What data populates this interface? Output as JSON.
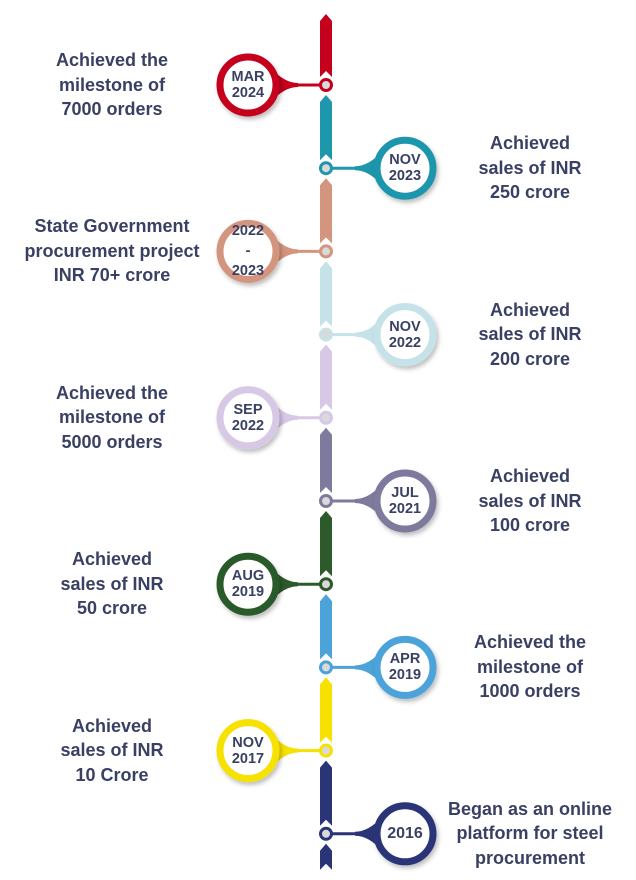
{
  "title": "Company milestones timeline",
  "milestones": [
    {
      "date": [
        "MAR",
        "2024"
      ],
      "text": [
        "Achieved the",
        "milestone of",
        "7000 orders"
      ],
      "side": "left",
      "color": "#c5001d"
    },
    {
      "date": [
        "NOV",
        "2023"
      ],
      "text": [
        "Achieved",
        "sales of INR",
        "250 crore"
      ],
      "side": "right",
      "color": "#1e96ac"
    },
    {
      "date": [
        "2022",
        "-",
        "2023"
      ],
      "text": [
        "State Government",
        "procurement project",
        "INR 70+ crore"
      ],
      "side": "left",
      "color": "#d4957f"
    },
    {
      "date": [
        "NOV",
        "2022"
      ],
      "text": [
        "Achieved",
        "sales of INR",
        "200 crore"
      ],
      "side": "right",
      "color": "#c5e2e9"
    },
    {
      "date": [
        "SEP",
        "2022"
      ],
      "text": [
        "Achieved the",
        "milestone of",
        "5000 orders"
      ],
      "side": "left",
      "color": "#d7c9e6"
    },
    {
      "date": [
        "JUL",
        "2021"
      ],
      "text": [
        "Achieved",
        "sales of INR",
        "100 crore"
      ],
      "side": "right",
      "color": "#7e7a9e"
    },
    {
      "date": [
        "AUG",
        "2019"
      ],
      "text": [
        "Achieved",
        "sales of INR",
        "50 crore"
      ],
      "side": "left",
      "color": "#2c5a2b"
    },
    {
      "date": [
        "APR",
        "2019"
      ],
      "text": [
        "Achieved the",
        "milestone of",
        "1000 orders"
      ],
      "side": "right",
      "color": "#4ba3d9"
    },
    {
      "date": [
        "NOV",
        "2017"
      ],
      "text": [
        "Achieved",
        "sales of INR",
        "10 Crore"
      ],
      "side": "left",
      "color": "#f6e100"
    },
    {
      "date": [
        "2016"
      ],
      "text": [
        "Began as an online",
        "platform for steel",
        "procurement"
      ],
      "side": "right",
      "color": "#2a3577"
    }
  ]
}
